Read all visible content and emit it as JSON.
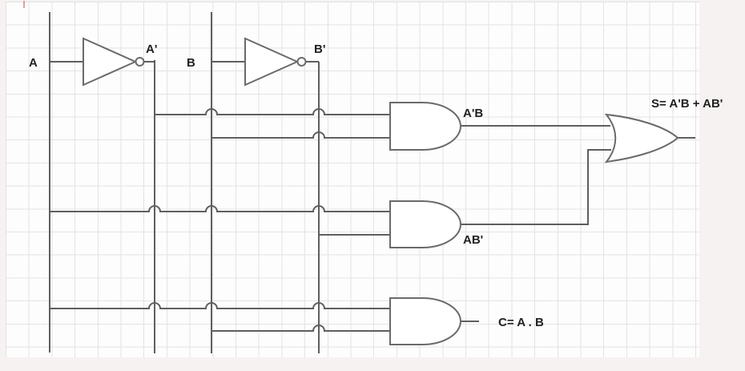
{
  "labels": {
    "input_a": "A",
    "input_b": "B",
    "not_a_output": "A'",
    "not_b_output": "B'",
    "and1_output": "A'B",
    "and2_output": "AB'",
    "carry_equation": "C= A . B",
    "sum_equation": "S= A'B + AB'"
  },
  "colors": {
    "wire": "#5f5f5f",
    "gate_stroke": "#6a6a6a",
    "gate_fill": "#ffffff",
    "text": "#212121",
    "grid_line": "#e3e3e3",
    "paper": "#fdfdfd",
    "page_background": "#f6f2f1",
    "red_mark": "#cf6f6f"
  }
}
